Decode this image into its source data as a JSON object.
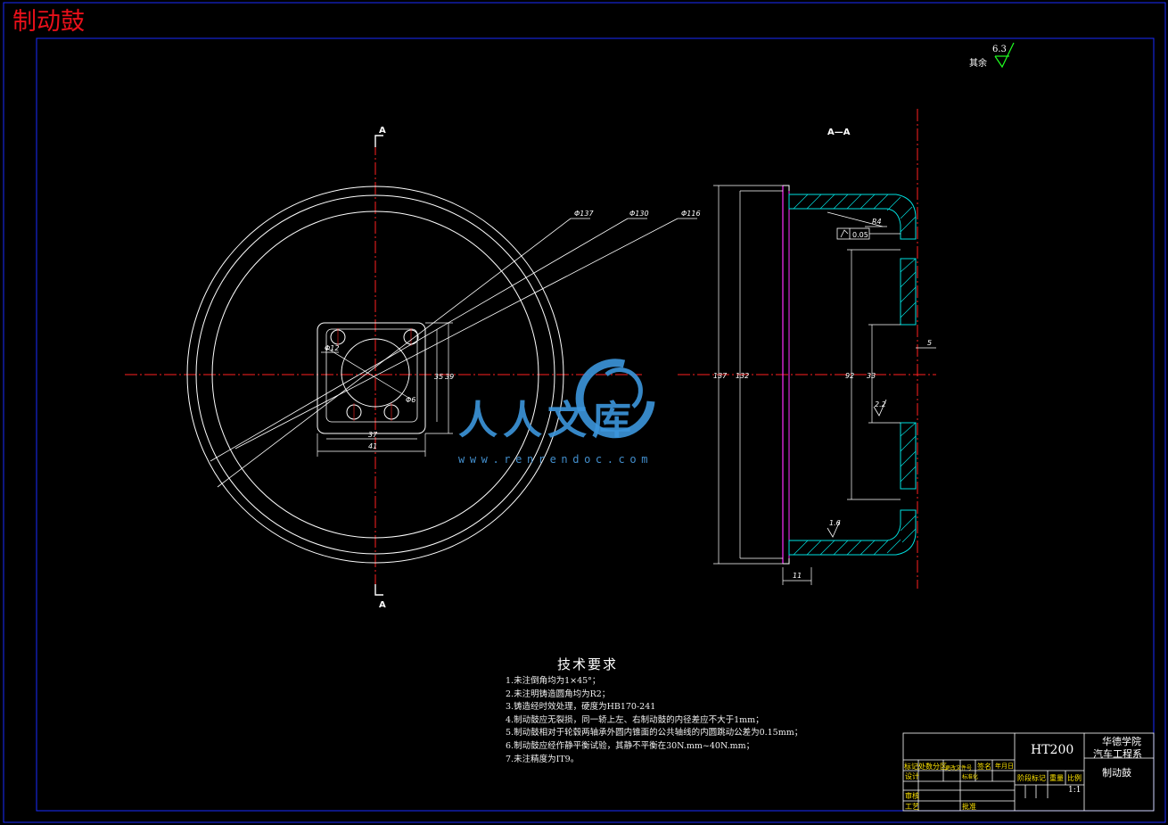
{
  "title": "制动鼓",
  "roughness": {
    "label": "其余",
    "value": "6.3"
  },
  "section_labels": {
    "cut": "A",
    "section_view": "A—A"
  },
  "front_view_dims": {
    "d137": "Φ137",
    "d130": "Φ130",
    "d116": "Φ116",
    "d12": "Φ12",
    "d6": "Φ6",
    "w37": "37",
    "w41": "41",
    "h35": "35",
    "h39": "39"
  },
  "section_view_dims": {
    "d137": "137",
    "d132": "132",
    "d92": "92",
    "d33": "33",
    "r4": "R4",
    "runout": "0.05",
    "c5": "5",
    "c22": "2.2",
    "c16": "1.6",
    "c11": "11"
  },
  "tech_requirements": {
    "heading": "技术要求",
    "items": [
      "1.未注倒角均为1×45°；",
      "2.未注明铸造圆角均为R2；",
      "3.铸造经时效处理，硬度为HB170-241",
      "4.制动鼓应无裂损，同一轿上左、右制动鼓的内径差应不大于1mm；",
      "5.制动鼓相对于轮毂两轴承外圆内锥面的公共轴线的内圆跳动公差为0.15mm；",
      "6.制动鼓应经作静平衡试验，其静不平衡在30N.mm~40N.mm；",
      "7.未注精度为IT9。"
    ]
  },
  "watermark": {
    "text": "人人文库",
    "url": "www.renrendoc.com"
  },
  "title_block": {
    "material": "HT200",
    "school": "华德学院",
    "department": "汽车工程系",
    "part_name": "制动鼓",
    "scale": "1:1",
    "labels": {
      "revision": "标记处数分区",
      "file_no": "更改文件号",
      "signature": "签名",
      "date": "年月日",
      "design": "设计",
      "standardize": "标准化",
      "review": "审核",
      "process": "工艺",
      "approve": "批准",
      "stage": "阶段标记",
      "weight": "重量",
      "ratio": "比例"
    }
  },
  "colors": {
    "background": "#000000",
    "frame": "#1a2cff",
    "center_line": "#ff2020",
    "outline": "#ffffff",
    "hatch": "#00e0e0",
    "section_edge": "#ff30ff",
    "dimension": "#ffffff",
    "roughness_symbol": "#20ff20",
    "title_red": "#e8101a",
    "title_block_yellow": "#ffe400"
  }
}
